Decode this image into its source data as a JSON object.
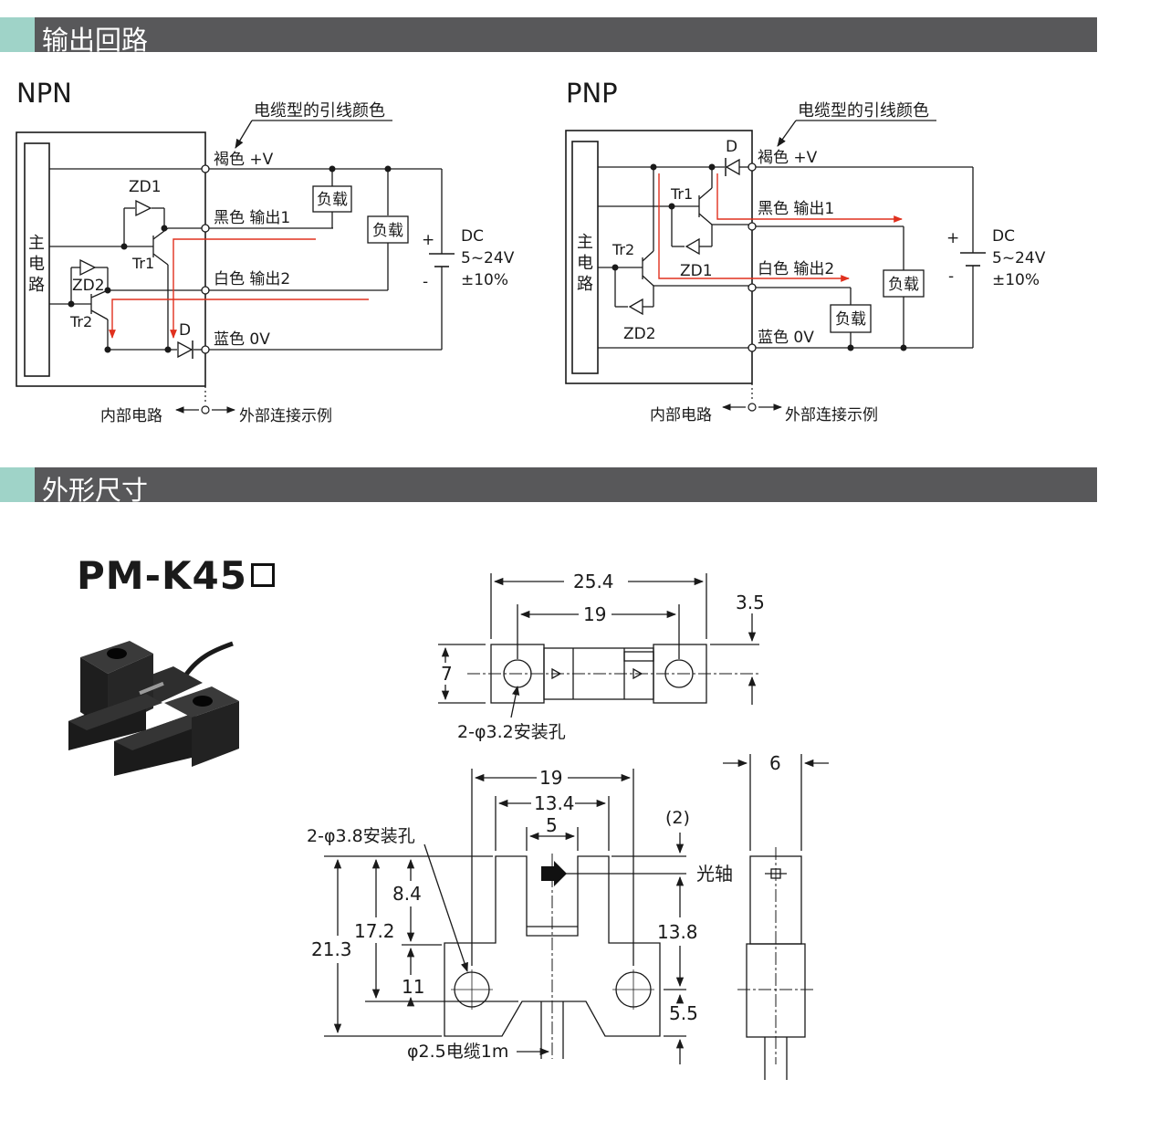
{
  "colors": {
    "header_band": "#58585a",
    "header_accent": "#9fd3c8",
    "flow_arrow": "#e0301e",
    "line": "#1a1a1a"
  },
  "sections": {
    "output_circuit": "输出回路",
    "dimensions": "外形尺寸"
  },
  "npn": {
    "title": "NPN",
    "cable_note": "电缆型的引线颜色",
    "main_circuit": [
      "主",
      "电",
      "路"
    ],
    "wires": {
      "brown": "褐色 +V",
      "black": "黑色 输出1",
      "white": "白色 输出2",
      "blue": "蓝色 0V"
    },
    "components": {
      "zd1": "ZD1",
      "zd2": "ZD2",
      "tr1": "Tr1",
      "tr2": "Tr2",
      "d": "D"
    },
    "loads": [
      "负载",
      "负载"
    ],
    "supply": {
      "plus": "+",
      "minus": "-",
      "dc": "DC",
      "voltage": "5~24V",
      "tolerance": "±10%"
    },
    "internal_label": "内部电路",
    "external_label": "外部连接示例"
  },
  "pnp": {
    "title": "PNP",
    "cable_note": "电缆型的引线颜色",
    "main_circuit": [
      "主",
      "电",
      "路"
    ],
    "wires": {
      "brown": "褐色 +V",
      "black": "黑色 输出1",
      "white": "白色 输出2",
      "blue": "蓝色 0V"
    },
    "components": {
      "zd1": "ZD1",
      "zd2": "ZD2",
      "tr1": "Tr1",
      "tr2": "Tr2",
      "d": "D"
    },
    "loads": [
      "负载",
      "负载"
    ],
    "supply": {
      "plus": "+",
      "minus": "-",
      "dc": "DC",
      "voltage": "5~24V",
      "tolerance": "±10%"
    },
    "internal_label": "内部电路",
    "external_label": "外部连接示例"
  },
  "model": {
    "name": "PM-K45"
  },
  "dimensions_top": {
    "overall": "25.4",
    "hole_pitch": "19",
    "offset": "3.5",
    "height": "7",
    "hole_note": "2-φ3.2安装孔"
  },
  "dimensions_front": {
    "hole_pitch": "19",
    "slot_outer": "13.4",
    "slot": "5",
    "optical_offset": "(2)",
    "optical_axis": "光轴",
    "hole_note": "2-φ3.8安装孔",
    "h_total": "21.3",
    "h_upper": "17.2",
    "h_top": "8.4",
    "h_lower": "11",
    "axis_to_hole": "13.8",
    "hole_to_bottom": "5.5",
    "cable": "φ2.5电缆1m"
  },
  "dimensions_side": {
    "thickness": "6"
  }
}
